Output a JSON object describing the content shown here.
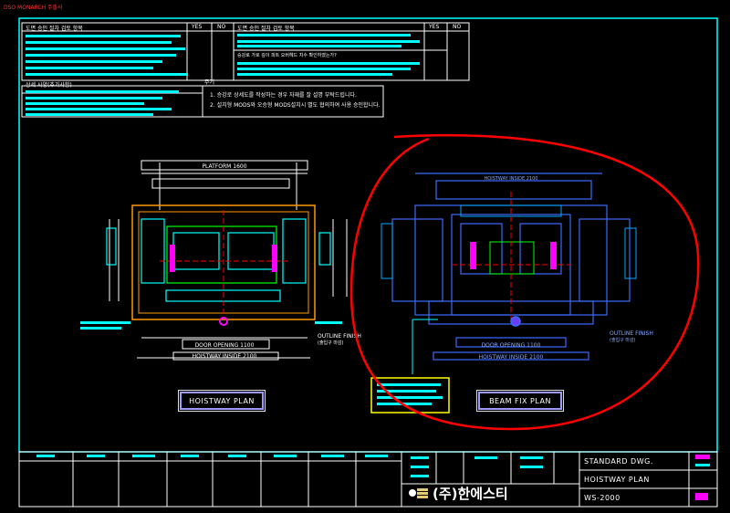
{
  "header": {
    "code": "DSO MONARCH 주출사"
  },
  "table": {
    "left_heading": "도면 승인 절차 검토 항목",
    "right_heading": "도면 승인 절차 검토 항목",
    "yes": "YES",
    "no": "NO",
    "right_note": "승강로 가로 깊이 피트 오버헤드 치수 확인하였는가?",
    "lower_left_heading": "상세 사양(추가사항)",
    "lower_right_heading": "주기",
    "notes": [
      "1. 승강로 상세도를 작성하는 경우 자재를 잘 설명 부탁드립니다.",
      "2. 설치형 MODS와 오승형 MODS설치시 별도 협의하여 사용 승인합니다."
    ]
  },
  "plans": {
    "left": {
      "platform": "PLATFORM 1600",
      "door_opening": "DOOR OPENING 1100",
      "hoistway_inside": "HOISTWAY INSIDE 2100",
      "outline_label": "OUTLINE FINISH",
      "outline_sub": "(출입구 마감)",
      "view_title": "HOISTWAY PLAN"
    },
    "right": {
      "hoistway_inside_top": "HOISTWAY INSIDE 2100",
      "door_opening": "DOOR OPENING 1100",
      "hoistway_inside": "HOISTWAY INSIDE 2100",
      "outline_label": "OUTLINE FINISH",
      "outline_sub": "(출입구 마감)",
      "view_title": "BEAM FIX PLAN"
    }
  },
  "title_block": {
    "standard": "STANDARD DWG.",
    "drawing_title": "HOISTWAY PLAN",
    "drawing_no": "WS-2000",
    "company": "(주)한에스티"
  },
  "colors": {
    "frame": "#00ffff",
    "annotation": "#ff0000",
    "highlight": "#ffff00",
    "beam": "#3b6bff",
    "magenta": "#ff00ff"
  }
}
